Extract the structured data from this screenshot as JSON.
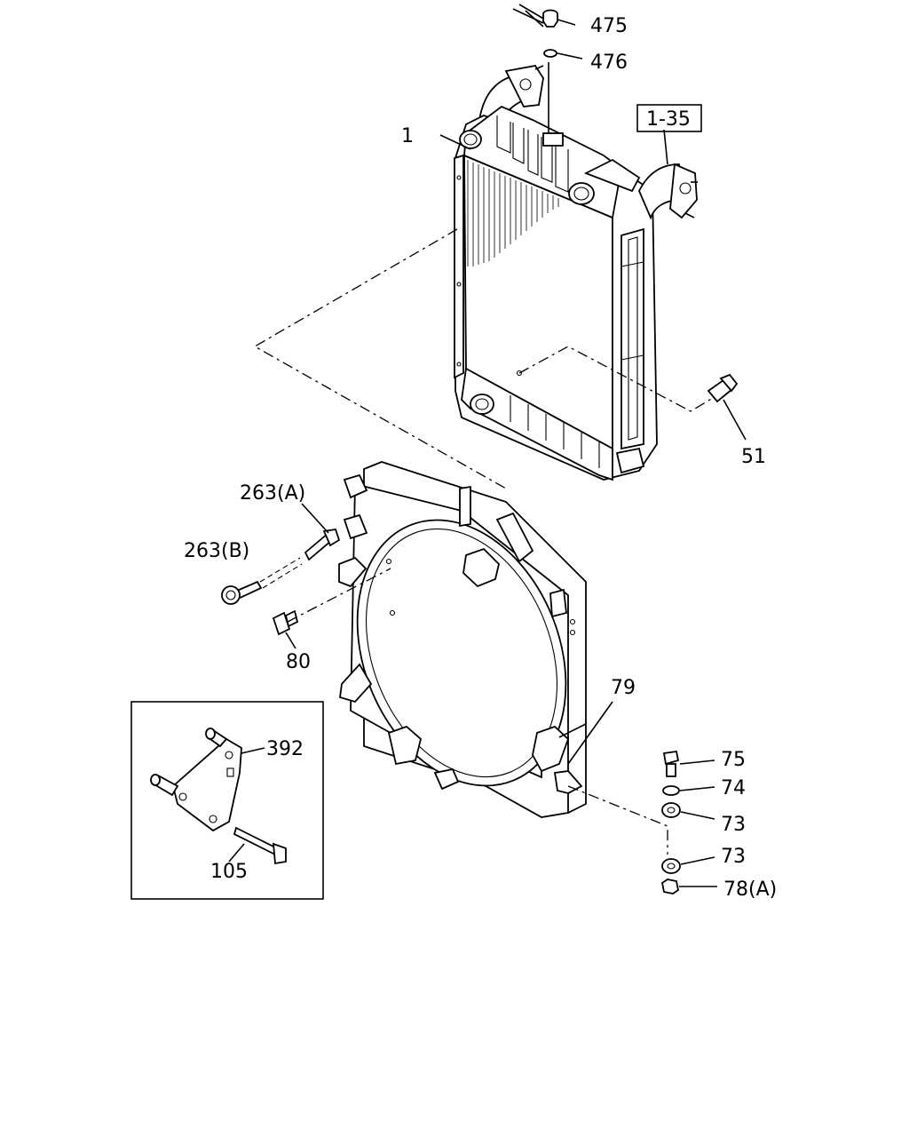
{
  "callouts": {
    "c475": "475",
    "c476": "476",
    "c1": "1",
    "c1_35": "1-35",
    "c51": "51",
    "c263a": "263(A)",
    "c263b": "263(B)",
    "c80": "80",
    "c79": "79",
    "c392": "392",
    "c105": "105",
    "c75": "75",
    "c74": "74",
    "c73a": "73",
    "c73b": "73",
    "c78a": "78(A)"
  }
}
